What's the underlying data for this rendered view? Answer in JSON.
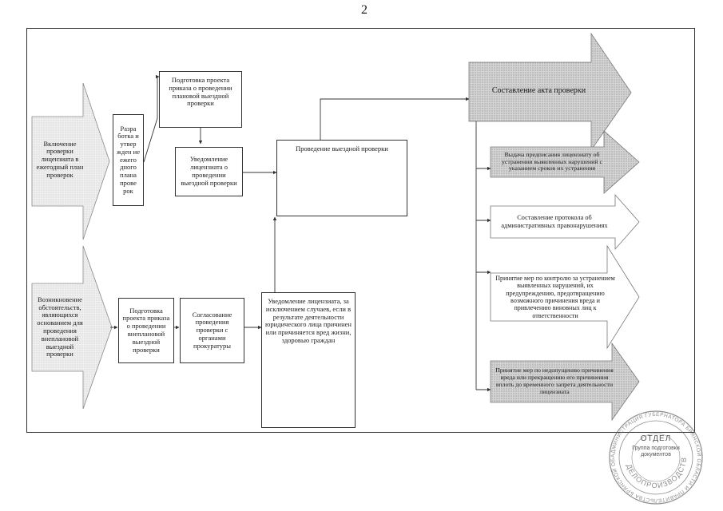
{
  "page_number": "2",
  "nodes": {
    "inclusion": "Включение проверки лицензиата в ежегодный план проверок",
    "development": "Разра ботка и утвер жден ие ежего дного плана прове рок",
    "prep_planned": "Подготовка проекта приказа о проведении плановой выездной проверки",
    "notify_planned": "Уведомление лицензиата о проведении выездной проверки",
    "field_check": "Проведение выездной проверки",
    "circumstances": "Возникновение обстоятельств, являющихся основанием для проведения внеплановой выездной проверки",
    "prep_unplanned": "Подготовка проекта приказа о проведении внеплановой выездной проверки",
    "approval": "Согласование проведения проверки с органами прокуратуры",
    "notify_unplanned": "Уведомление лицензиата, за исключением случаев, если в результате деятельности юридического лица причинен или причиняется вред жизни, здоровью граждан",
    "act": "Составление акта проверки",
    "order": "Выдача предписания лицензиату об устранении выявленных нарушений с указанием сроков их устранения",
    "protocol": "Составление протокола об административных правонарушениях",
    "control": "Принятие мер по контролю за устранением выявленных нарушений, их предупреждению, предотвращению возможного причинения вреда и привлечению виновных лиц к ответственности",
    "prevent": "Принятие мер по недопущению причинения вреда или прекращению его причинения вплоть до временного запрета деятельности лицензиата"
  },
  "stamp": {
    "ring_text": "АДМИНИСТРАЦИЯ ГУБЕРНАТОРА БРЯНСКОЙ ОБЛАСТИ И ПРАВИТЕЛЬСТВА БРЯНСКОЙ ОБЛАСТИ",
    "title": "ОТДЕЛ",
    "dept": "ДЕЛОПРОИЗВОДСТВА",
    "center": "Группа подготовки документов"
  }
}
